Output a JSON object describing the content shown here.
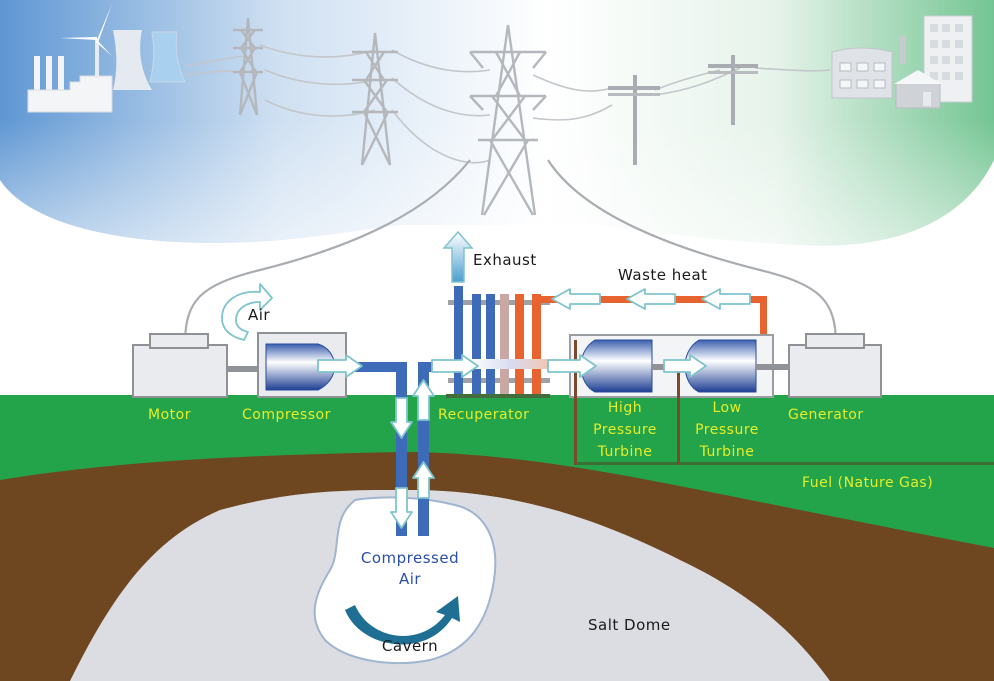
{
  "diagram": {
    "title": "Compressed Air Energy Storage (CAES) System",
    "labels": {
      "air": "Air",
      "exhaust": "Exhaust",
      "waste_heat": "Waste heat",
      "motor": "Motor",
      "compressor": "Compressor",
      "recuperator": "Recuperator",
      "high_pressure_turbine": [
        "High",
        "Pressure",
        "Turbine"
      ],
      "low_pressure_turbine": [
        "Low",
        "Pressure",
        "Turbine"
      ],
      "generator": "Generator",
      "fuel": "Fuel (Nature Gas)",
      "compressed_air": [
        "Compressed",
        "Air"
      ],
      "cavern": "Cavern",
      "salt_dome": "Salt Dome"
    },
    "icons": {
      "power_plant": "factory-icon",
      "wind_turbine": "wind-turbine-icon",
      "cooling_towers": "cooling-tower-icon",
      "transmission_towers": "transmission-tower-icon",
      "utility_poles": "utility-pole-icon",
      "buildings": "city-buildings-icon"
    },
    "colors": {
      "sky_left": "#6ea3d8",
      "sky_right": "#7cc79a",
      "ground_green": "#23a34a",
      "soil_brown": "#6e4720",
      "salt_dome": "#dcdde3",
      "label_yellow": "#e6ee2a",
      "cold_pipe": "#3d6bb8",
      "hot_pipe": "#e7632f",
      "cavern_arrow": "#1f6f94"
    }
  }
}
